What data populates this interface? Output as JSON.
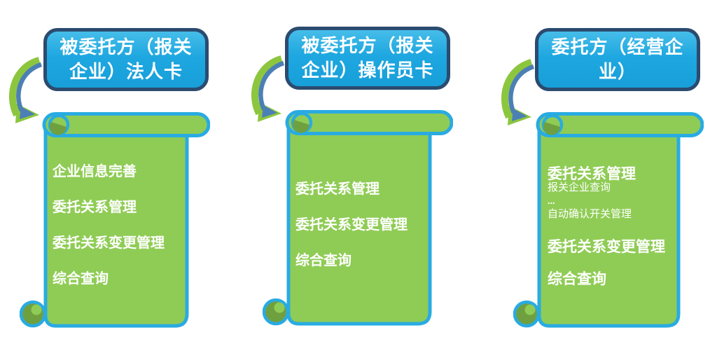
{
  "diagram": {
    "columns": [
      {
        "header": "被委托方（报关企业）法人卡",
        "items": [
          {
            "label": "企业信息完善"
          },
          {
            "label": "委托关系管理"
          },
          {
            "label": "委托关系变更管理"
          },
          {
            "label": "综合查询"
          }
        ]
      },
      {
        "header": "被委托方（报关企业）操作员卡",
        "items": [
          {
            "label": "委托关系管理"
          },
          {
            "label": "委托关系变更管理"
          },
          {
            "label": "综合查询"
          }
        ]
      },
      {
        "header": "委托方（经营企业）",
        "items": [
          {
            "label": "委托关系管理"
          },
          {
            "label": "报关企业查询"
          },
          {
            "label": "..."
          },
          {
            "label": "自动确认开关管理"
          },
          {
            "label": "委托关系变更管理"
          },
          {
            "label": "综合查询"
          }
        ]
      }
    ],
    "icons": {
      "flow_arrow": "curved-down-arrow",
      "scroll_shape": "vertical-scroll"
    },
    "colors": {
      "header_fill": "#1FA8E1",
      "header_border": "#2B4B6F",
      "scroll_fill": "#8FCC55",
      "scroll_border": "#29ABE2",
      "curl_dark": "#6FA040",
      "arrow_green": "#8CC63E",
      "arrow_blue": "#4C7FB5",
      "text": "#FFFFFF"
    }
  }
}
